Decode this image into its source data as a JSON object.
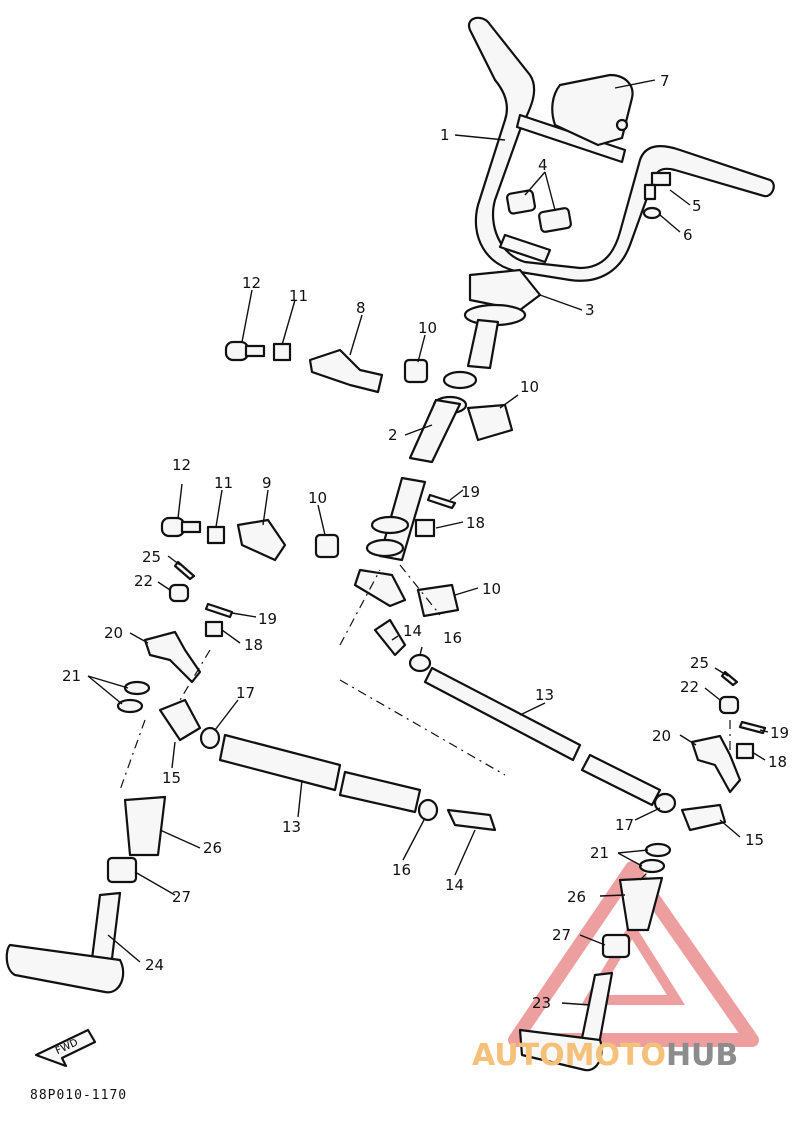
{
  "diagram": {
    "code": "88P010-1170",
    "direction_label": "FWD",
    "watermark": {
      "part1": "AUTOMOTO",
      "part2": "HUB"
    },
    "callouts": [
      {
        "id": "c1",
        "text": "1"
      },
      {
        "id": "c2",
        "text": "2"
      },
      {
        "id": "c3",
        "text": "3"
      },
      {
        "id": "c4",
        "text": "4"
      },
      {
        "id": "c5",
        "text": "5"
      },
      {
        "id": "c6",
        "text": "6"
      },
      {
        "id": "c7",
        "text": "7"
      },
      {
        "id": "c8",
        "text": "8"
      },
      {
        "id": "c9",
        "text": "9"
      },
      {
        "id": "c10a",
        "text": "10"
      },
      {
        "id": "c10b",
        "text": "10"
      },
      {
        "id": "c10c",
        "text": "10"
      },
      {
        "id": "c10d",
        "text": "10"
      },
      {
        "id": "c11a",
        "text": "11"
      },
      {
        "id": "c11b",
        "text": "11"
      },
      {
        "id": "c12a",
        "text": "12"
      },
      {
        "id": "c12b",
        "text": "12"
      },
      {
        "id": "c13a",
        "text": "13"
      },
      {
        "id": "c13b",
        "text": "13"
      },
      {
        "id": "c14a",
        "text": "14"
      },
      {
        "id": "c14b",
        "text": "14"
      },
      {
        "id": "c15a",
        "text": "15"
      },
      {
        "id": "c15b",
        "text": "15"
      },
      {
        "id": "c16a",
        "text": "16"
      },
      {
        "id": "c16b",
        "text": "16"
      },
      {
        "id": "c17a",
        "text": "17"
      },
      {
        "id": "c17b",
        "text": "17"
      },
      {
        "id": "c18a",
        "text": "18"
      },
      {
        "id": "c18b",
        "text": "18"
      },
      {
        "id": "c18c",
        "text": "18"
      },
      {
        "id": "c19a",
        "text": "19"
      },
      {
        "id": "c19b",
        "text": "19"
      },
      {
        "id": "c19c",
        "text": "19"
      },
      {
        "id": "c20a",
        "text": "20"
      },
      {
        "id": "c20b",
        "text": "20"
      },
      {
        "id": "c21a",
        "text": "21"
      },
      {
        "id": "c21b",
        "text": "21"
      },
      {
        "id": "c22a",
        "text": "22"
      },
      {
        "id": "c22b",
        "text": "22"
      },
      {
        "id": "c23",
        "text": "23"
      },
      {
        "id": "c24",
        "text": "24"
      },
      {
        "id": "c25a",
        "text": "25"
      },
      {
        "id": "c25b",
        "text": "25"
      },
      {
        "id": "c26a",
        "text": "26"
      },
      {
        "id": "c26b",
        "text": "26"
      },
      {
        "id": "c27a",
        "text": "27"
      },
      {
        "id": "c27b",
        "text": "27"
      }
    ]
  }
}
